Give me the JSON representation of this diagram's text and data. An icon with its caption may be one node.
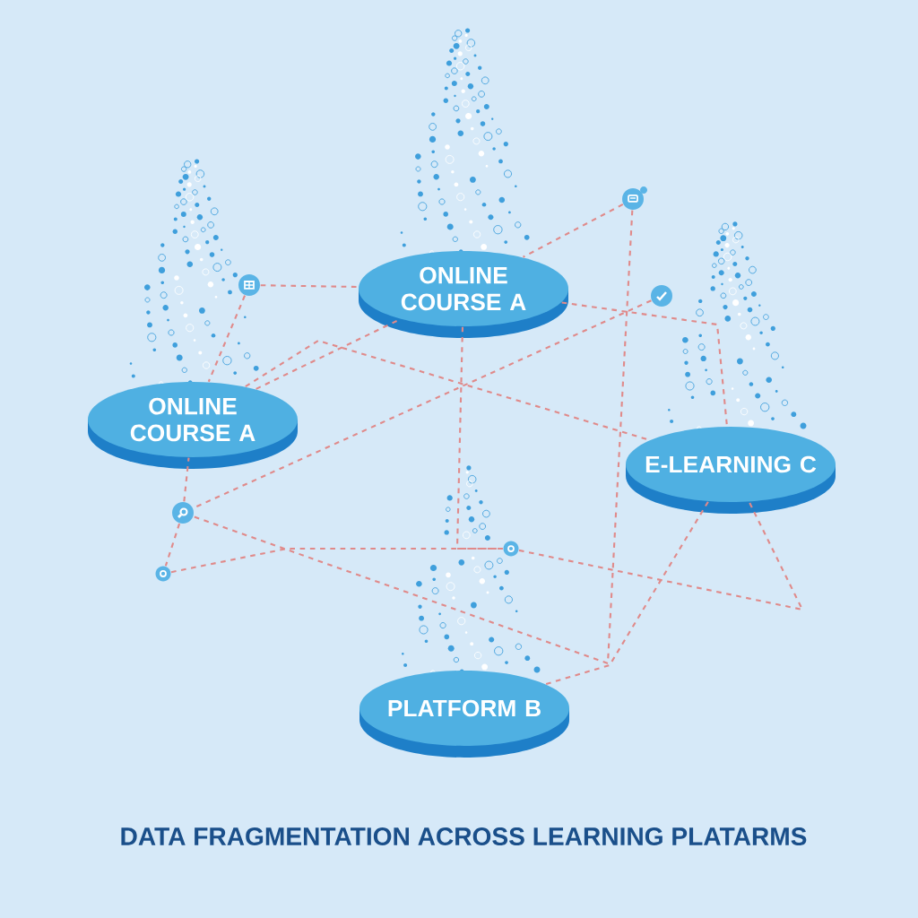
{
  "diagram": {
    "title": "DATA FRAGMENTATION ACROSS LEARNING PLATARMS",
    "nodes": [
      {
        "text": [
          "ONLINE COURSE A"
        ]
      },
      {
        "text": [
          "ONLINE COURSE A"
        ]
      },
      {
        "text": [
          "E-LEARNING C"
        ]
      },
      {
        "text": [
          "PLATFORM B"
        ]
      },
      {
        "text": [],
        "shape": "circle"
      },
      {
        "text": [],
        "shape": "circle"
      },
      {
        "text": [],
        "shape": "circle"
      },
      {
        "text": [],
        "shape": "circle"
      },
      {
        "text": [],
        "shape": "circle"
      },
      {
        "text": [],
        "shape": "circle"
      }
    ],
    "edges": [
      {
        "from": 4,
        "to": 0,
        "arrow": "none",
        "style": "dashed"
      },
      {
        "from": 4,
        "to": 1,
        "arrow": "none",
        "style": "dashed"
      },
      {
        "from": 5,
        "to": 0,
        "arrow": "none",
        "style": "dashed"
      },
      {
        "from": 5,
        "to": 7,
        "arrow": "none",
        "style": "dashed"
      },
      {
        "from": 6,
        "to": 7,
        "arrow": "none",
        "style": "dashed"
      },
      {
        "from": 1,
        "to": 0,
        "arrow": "none",
        "style": "dashed"
      },
      {
        "from": 0,
        "to": 2,
        "arrow": "none",
        "style": "dashed"
      },
      {
        "from": 1,
        "to": 2,
        "arrow": "none",
        "style": "dashed"
      },
      {
        "from": 0,
        "to": 9,
        "arrow": "none",
        "style": "dashed"
      },
      {
        "from": 7,
        "to": 1,
        "arrow": "none",
        "style": "dashed"
      },
      {
        "from": 7,
        "to": 8,
        "arrow": "none",
        "style": "dashed"
      },
      {
        "from": 8,
        "to": 9,
        "arrow": "none",
        "style": "dashed"
      },
      {
        "from": 9,
        "to": 2,
        "arrow": "none",
        "style": "dashed"
      },
      {
        "from": 3,
        "to": 2,
        "arrow": "none",
        "style": "dashed"
      }
    ]
  }
}
